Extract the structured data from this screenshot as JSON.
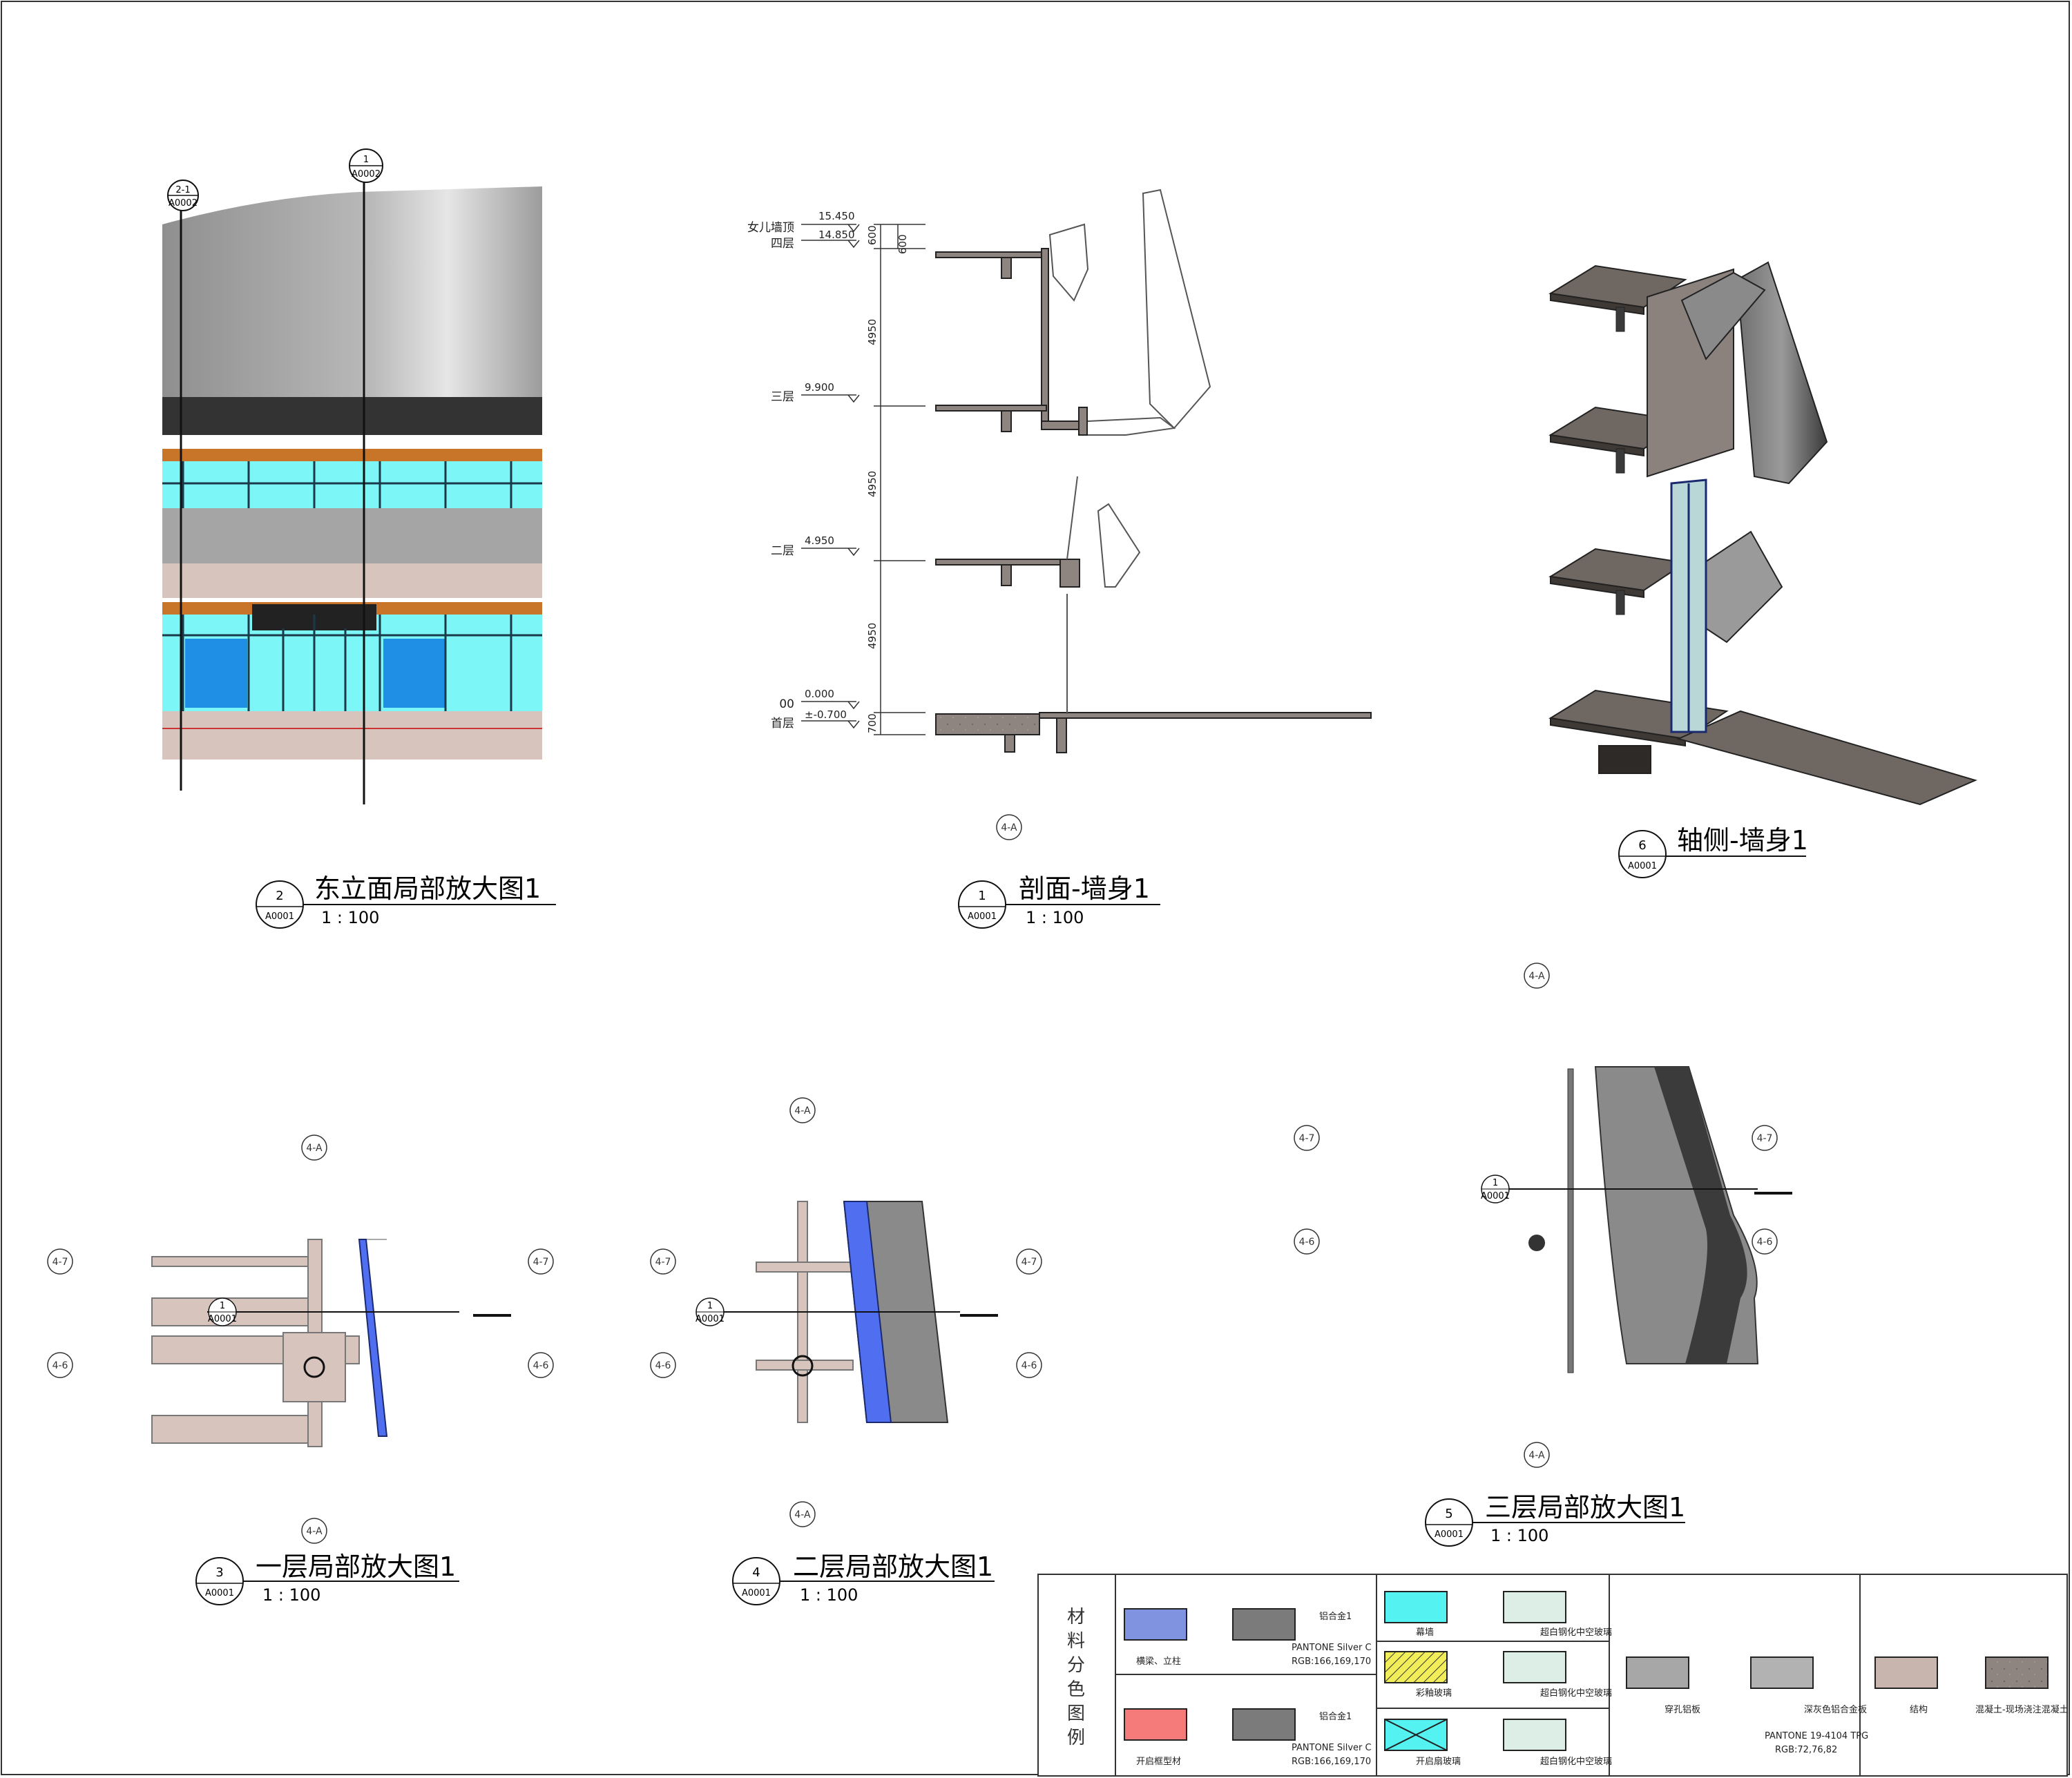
{
  "views": [
    {
      "id": "v2",
      "number": "2",
      "sheet": "A0001",
      "title": "东立面局部放大图1",
      "scale": "1 : 100"
    },
    {
      "id": "v1",
      "number": "1",
      "sheet": "A0001",
      "title": "剖面-墙身1",
      "scale": "1 : 100"
    },
    {
      "id": "v6",
      "number": "6",
      "sheet": "A0001",
      "title": "轴侧-墙身1",
      "scale": ""
    },
    {
      "id": "v3",
      "number": "3",
      "sheet": "A0001",
      "title": "一层局部放大图1",
      "scale": "1 : 100"
    },
    {
      "id": "v4",
      "number": "4",
      "sheet": "A0001",
      "title": "二层局部放大图1",
      "scale": "1 : 100"
    },
    {
      "id": "v5",
      "number": "5",
      "sheet": "A0001",
      "title": "三层局部放大图1",
      "scale": "1 : 100"
    }
  ],
  "elevation": {
    "markers": [
      {
        "top": "2-1",
        "bottom": "A0002"
      },
      {
        "top": "1",
        "bottom": "A0002"
      }
    ]
  },
  "section": {
    "levels": [
      {
        "name": "女儿墙顶",
        "value": "15.450"
      },
      {
        "name": "四层",
        "value": "14.850"
      },
      {
        "name": "三层",
        "value": "9.900"
      },
      {
        "name": "二层",
        "value": "4.950"
      },
      {
        "name": "00",
        "value": "0.000"
      },
      {
        "name": "首层",
        "value": "±-0.700"
      }
    ],
    "dims": [
      "600",
      "600",
      "4950",
      "4950",
      "4950",
      "700"
    ],
    "grid_bubble": "4-A"
  },
  "plans": {
    "grid_labels": [
      "4-A",
      "4-7",
      "4-6"
    ],
    "section_ref": {
      "top": "1",
      "bottom": "A0001"
    }
  },
  "legend": {
    "heading": [
      "材",
      "料",
      "分",
      "色",
      "图",
      "例"
    ],
    "items": [
      {
        "label": "横梁、立柱",
        "color": "#7f93e0"
      },
      {
        "label": "铝合金1",
        "sub1": "PANTONE Silver C",
        "sub2": "RGB:166,169,170",
        "color": "#7b7b7b"
      },
      {
        "label": "开启框型材",
        "color": "#f57a7a"
      },
      {
        "label": "铝合金1",
        "sub1": "PANTONE Silver C",
        "sub2": "RGB:166,169,170",
        "color": "#7b7b7b"
      },
      {
        "label": "幕墙",
        "color": "#55f2f2"
      },
      {
        "label": "超白钢化中空玻璃",
        "color": "#ddeee6"
      },
      {
        "label": "彩釉玻璃",
        "color": "#f2ee5a"
      },
      {
        "label": "超白钢化中空玻璃",
        "color": "#ddeee6"
      },
      {
        "label": "开启扇玻璃",
        "color": "#55f2f2"
      },
      {
        "label": "超白钢化中空玻璃",
        "color": "#ddeee6"
      },
      {
        "label": "穿孔铝板",
        "color": "#a7a7a7"
      },
      {
        "label": "深灰色铝合金板",
        "sub1": "PANTONE 19-4104 TPG",
        "sub2": "RGB:72,76,82",
        "color": "#b2b2b2"
      },
      {
        "label": "结构",
        "color": "#c8b6ae"
      },
      {
        "label": "混凝土-现场浇注混凝土",
        "color": "#8f8580"
      }
    ]
  }
}
